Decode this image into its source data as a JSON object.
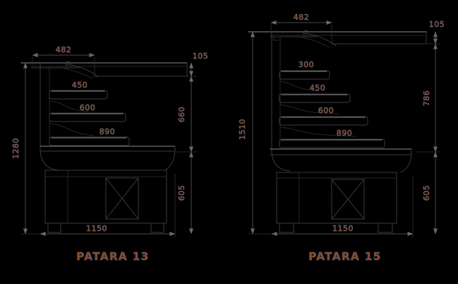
{
  "page": {
    "background": "#000000"
  },
  "colors": {
    "line": "#3a3a3a",
    "line_highlight": "#6f6f6f",
    "dimension_text_fill": "#935426",
    "dimension_text_outline": "#35456f"
  },
  "drawings": [
    {
      "label": "PATARA 13",
      "dimensions": {
        "canopy_depth": "482",
        "canopy_height": "105",
        "shelves": [
          "450",
          "600",
          "890"
        ],
        "overall_height": "1280",
        "display_opening_height": "660",
        "base_height": "605",
        "overall_depth": "1150"
      }
    },
    {
      "label": "PATARA 15",
      "dimensions": {
        "canopy_depth": "482",
        "canopy_height": "105",
        "shelves": [
          "300",
          "450",
          "600",
          "890"
        ],
        "overall_height": "1510",
        "display_opening_height": "786",
        "base_height": "605",
        "overall_depth": "1150"
      }
    }
  ]
}
